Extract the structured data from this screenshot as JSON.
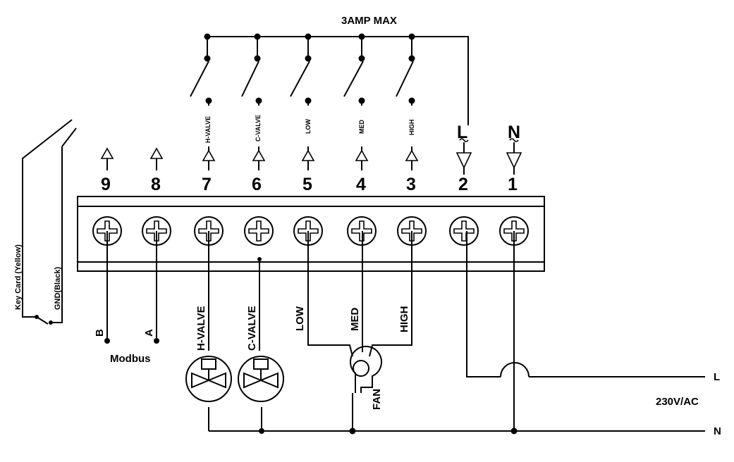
{
  "diagram": {
    "relay_limit": "3AMP MAX",
    "terminals": [
      {
        "number": "9"
      },
      {
        "number": "8"
      },
      {
        "number": "7",
        "top_label": "H-VALVE"
      },
      {
        "number": "6",
        "top_label": "C-VALVE"
      },
      {
        "number": "5",
        "top_label": "LOW"
      },
      {
        "number": "4",
        "top_label": "MED"
      },
      {
        "number": "3",
        "top_label": "HIGH"
      },
      {
        "number": "2",
        "top_label": "L"
      },
      {
        "number": "1",
        "top_label": "N"
      }
    ],
    "modbus": {
      "b": "B",
      "a": "A",
      "label": "Modbus"
    },
    "key_card": {
      "signal": "Key Card (Yellow)",
      "gnd": "GND(Black)"
    },
    "wires": {
      "h_valve": "H-VALVE",
      "c_valve": "C-VALVE",
      "low": "LOW",
      "med": "MED",
      "high": "HIGH"
    },
    "fan": "FAN",
    "supply": {
      "line": "L",
      "neutral": "N",
      "voltage": "230V/AC"
    }
  }
}
